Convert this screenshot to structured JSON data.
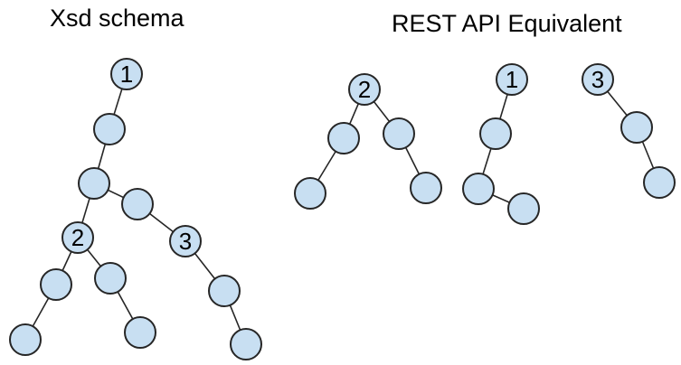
{
  "left_title": "Xsd schema",
  "right_title": "REST API Equivalent",
  "colors": {
    "node_fill": "#c8dff2",
    "node_stroke": "#262626",
    "edge": "#262626",
    "text": "#000000"
  },
  "trees": [
    {
      "id": "xsd-schema",
      "nodes": [
        {
          "id": "x1",
          "label": "1"
        },
        {
          "id": "x2",
          "label": ""
        },
        {
          "id": "x3",
          "label": ""
        },
        {
          "id": "x4",
          "label": ""
        },
        {
          "id": "x5",
          "label": "2"
        },
        {
          "id": "x6",
          "label": "3"
        },
        {
          "id": "x7",
          "label": ""
        },
        {
          "id": "x8",
          "label": ""
        },
        {
          "id": "x9",
          "label": ""
        },
        {
          "id": "x10",
          "label": ""
        },
        {
          "id": "x11",
          "label": ""
        },
        {
          "id": "x12",
          "label": ""
        },
        {
          "id": "x13",
          "label": ""
        }
      ],
      "edges": [
        [
          "x1",
          "x2"
        ],
        [
          "x2",
          "x3"
        ],
        [
          "x3",
          "x4"
        ],
        [
          "x3",
          "x5"
        ],
        [
          "x4",
          "x6"
        ],
        [
          "x5",
          "x7"
        ],
        [
          "x5",
          "x8"
        ],
        [
          "x7",
          "x9"
        ],
        [
          "x8",
          "x10"
        ],
        [
          "x6",
          "x11"
        ],
        [
          "x11",
          "x12"
        ]
      ]
    },
    {
      "id": "rest-tree-2",
      "nodes": [
        {
          "id": "a2",
          "label": "2"
        },
        {
          "id": "a1",
          "label": ""
        },
        {
          "id": "a3",
          "label": ""
        },
        {
          "id": "a4",
          "label": ""
        },
        {
          "id": "a5",
          "label": ""
        }
      ],
      "edges": [
        [
          "a2",
          "a1"
        ],
        [
          "a2",
          "a3"
        ],
        [
          "a1",
          "a4"
        ],
        [
          "a3",
          "a5"
        ]
      ]
    },
    {
      "id": "rest-tree-1",
      "nodes": [
        {
          "id": "b1",
          "label": "1"
        },
        {
          "id": "b2",
          "label": ""
        },
        {
          "id": "b3",
          "label": ""
        },
        {
          "id": "b4",
          "label": ""
        }
      ],
      "edges": [
        [
          "b1",
          "b2"
        ],
        [
          "b2",
          "b3"
        ],
        [
          "b3",
          "b4"
        ]
      ]
    },
    {
      "id": "rest-tree-3",
      "nodes": [
        {
          "id": "c1",
          "label": "3"
        },
        {
          "id": "c2",
          "label": ""
        },
        {
          "id": "c3",
          "label": ""
        }
      ],
      "edges": [
        [
          "c1",
          "c2"
        ],
        [
          "c2",
          "c3"
        ]
      ]
    }
  ]
}
